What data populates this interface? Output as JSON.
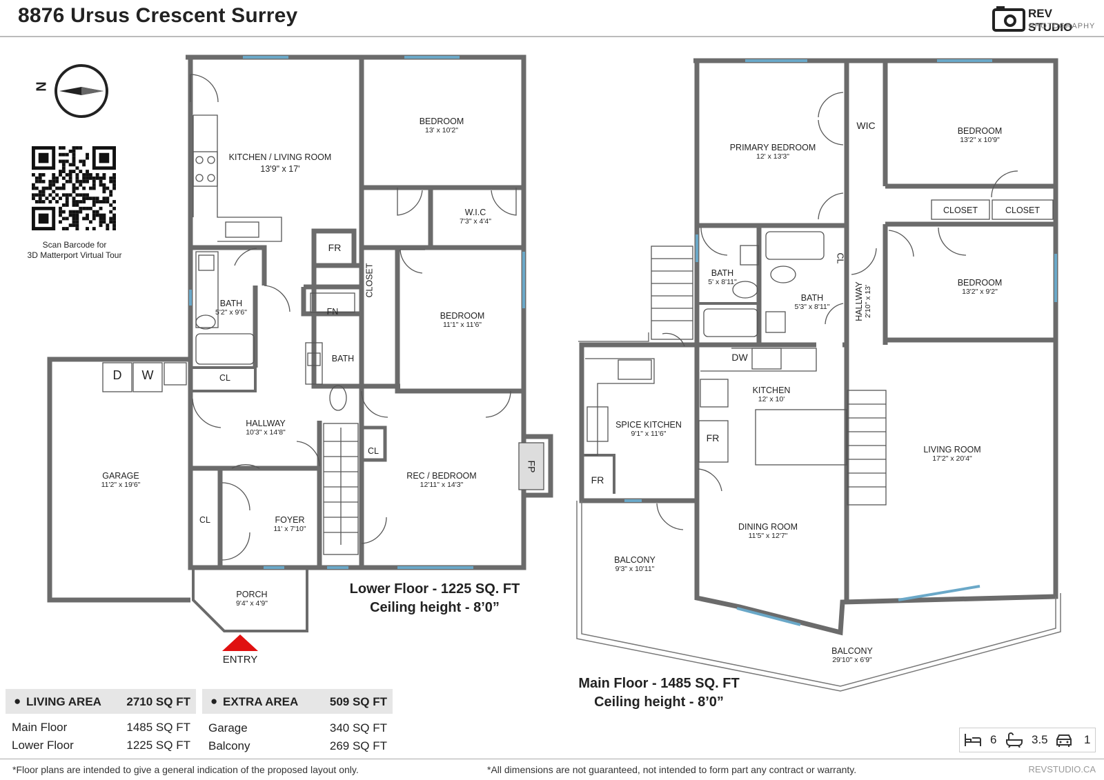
{
  "title": "8876 Ursus Crescent Surrey",
  "brand": {
    "name": "REV STUDIO",
    "tagline": "PHOTOGRAPHY",
    "website": "REVSTUDIO.CA"
  },
  "compass": {
    "north_letter": "N"
  },
  "qr": {
    "caption_line1": "Scan Barcode for",
    "caption_line2": "3D Matterport Virtual Tour"
  },
  "lower_floor": {
    "caption_line1": "Lower Floor - 1225 SQ. FT",
    "caption_line2": "Ceiling height - 8’0”",
    "rooms": [
      {
        "name": "KITCHEN / LIVING ROOM",
        "dims": "13'9\" x 17'"
      },
      {
        "name": "BEDROOM",
        "dims": "13' x 10'2\""
      },
      {
        "name": "W.I.C",
        "dims": "7'3\" x 4'4\""
      },
      {
        "name": "BEDROOM",
        "dims": "11'1\" x 11'6\""
      },
      {
        "name": "BATH",
        "dims": "5'2\" x 9'6\""
      },
      {
        "name": "BATH",
        "dims": ""
      },
      {
        "name": "HALLWAY",
        "dims": "10'3\" x 14'8\""
      },
      {
        "name": "REC / BEDROOM",
        "dims": "12'11\" x 14'3\""
      },
      {
        "name": "GARAGE",
        "dims": "11'2\" x 19'6\""
      },
      {
        "name": "FOYER",
        "dims": "11' x 7'10\""
      },
      {
        "name": "PORCH",
        "dims": "9'4\" x 4'9\""
      }
    ],
    "fixtures": {
      "fr": "FR",
      "fn": "FN",
      "closet": "CLOSET",
      "cl": "CL",
      "fp": "FP",
      "dryer": "D",
      "washer": "W"
    },
    "entry_label": "ENTRY"
  },
  "main_floor": {
    "caption_line1": "Main Floor - 1485 SQ. FT",
    "caption_line2": "Ceiling height - 8’0”",
    "rooms": [
      {
        "name": "PRIMARY BEDROOM",
        "dims": "12' x 13'3\""
      },
      {
        "name": "WIC",
        "dims": ""
      },
      {
        "name": "BEDROOM",
        "dims": "13'2\" x 10'9\""
      },
      {
        "name": "CLOSET",
        "dims": ""
      },
      {
        "name": "CLOSET",
        "dims": ""
      },
      {
        "name": "BEDROOM",
        "dims": "13'2\" x 9'2\""
      },
      {
        "name": "BATH",
        "dims": "5' x 8'11\""
      },
      {
        "name": "BATH",
        "dims": "5'3\" x 8'11\""
      },
      {
        "name": "HALLWAY",
        "dims": "2'10\" x 13'"
      },
      {
        "name": "KITCHEN",
        "dims": "12' x 10'"
      },
      {
        "name": "SPICE KITCHEN",
        "dims": "9'1\" x 11'6\""
      },
      {
        "name": "LIVING ROOM",
        "dims": "17'2\" x 20'4\""
      },
      {
        "name": "DINING ROOM",
        "dims": "11'5\" x 12'7\""
      },
      {
        "name": "BALCONY",
        "dims": "9'3\" x 10'11\""
      },
      {
        "name": "BALCONY",
        "dims": "29'10\" x 6'9\""
      }
    ],
    "fixtures": {
      "dw": "DW",
      "fr": "FR",
      "cl": "CL"
    }
  },
  "area_summary": {
    "living": {
      "heading": "LIVING AREA",
      "total": "2710 SQ FT",
      "rows": [
        {
          "label": "Main Floor",
          "value": "1485 SQ FT"
        },
        {
          "label": "Lower Floor",
          "value": "1225 SQ FT"
        }
      ]
    },
    "extra": {
      "heading": "EXTRA AREA",
      "total": "509 SQ FT",
      "rows": [
        {
          "label": "Garage",
          "value": "340 SQ FT"
        },
        {
          "label": "Balcony",
          "value": "269 SQ FT"
        }
      ]
    }
  },
  "stats": {
    "bedrooms": "6",
    "bathrooms": "3.5",
    "garage": "1"
  },
  "footer": {
    "left_note": "*Floor plans are intended to give a general indication of the proposed layout only.",
    "right_note": "*All dimensions are not guaranteed, not intended to form part any contract or warranty."
  },
  "colors": {
    "wall": "#6b6b6b",
    "window": "#6aa8c8",
    "entry_marker": "#e01010"
  }
}
